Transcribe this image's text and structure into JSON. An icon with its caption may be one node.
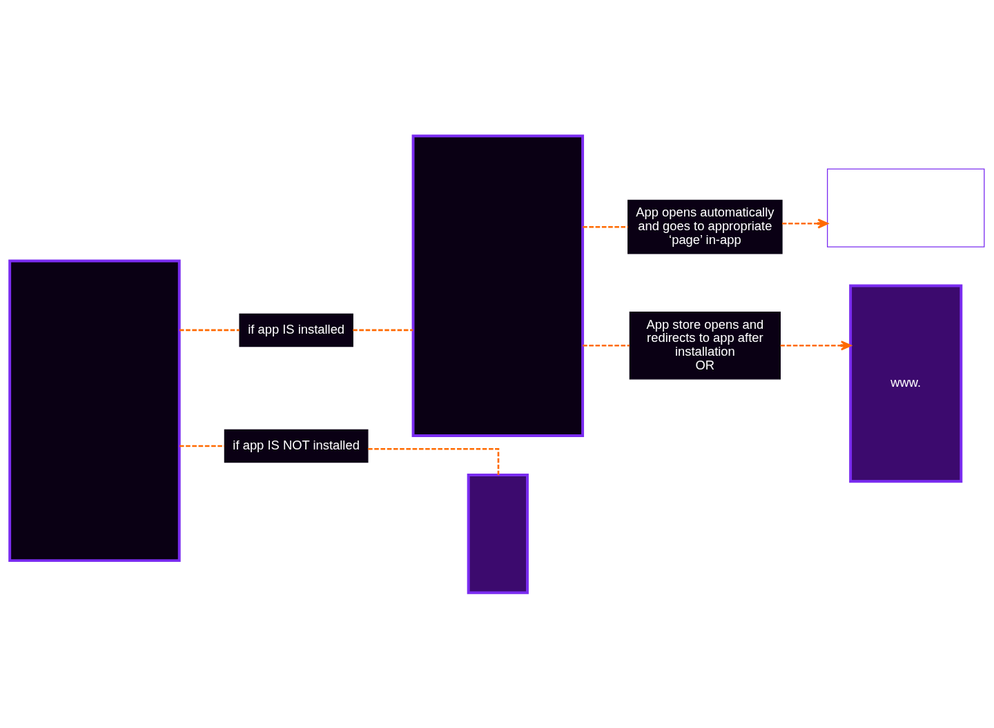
{
  "diagram": {
    "nodes": [
      {
        "text": [],
        "shape": "box"
      },
      {
        "text": [
          "if app IS installed"
        ]
      },
      {
        "text": [
          "if app IS NOT installed"
        ]
      },
      {
        "text": [],
        "shape": "box"
      },
      {
        "text": [],
        "shape": "box"
      },
      {
        "text": [
          "App opens automatically and goes to appropriate ‘page’ in-app"
        ]
      },
      {
        "text": [],
        "shape": "box"
      },
      {
        "text": [
          "App store opens and redirects to app after installation",
          "OR"
        ]
      },
      {
        "text": [
          "www."
        ]
      }
    ],
    "edges": [
      {
        "from": 0,
        "to": 1,
        "arrow": "none",
        "style": "dashed"
      },
      {
        "from": 0,
        "to": 2,
        "arrow": "none",
        "style": "dashed"
      },
      {
        "from": 1,
        "to": 4,
        "arrow": "none",
        "style": "dashed"
      },
      {
        "from": 2,
        "to": 3,
        "arrow": "none",
        "style": "dashed"
      },
      {
        "from": 4,
        "to": 5,
        "arrow": "none",
        "style": "dashed"
      },
      {
        "from": 5,
        "to": 6,
        "arrow": "to",
        "style": "dashed"
      },
      {
        "from": 4,
        "to": 7,
        "arrow": "none",
        "style": "dashed"
      },
      {
        "from": 7,
        "to": 8,
        "arrow": "to",
        "style": "dashed"
      }
    ]
  }
}
